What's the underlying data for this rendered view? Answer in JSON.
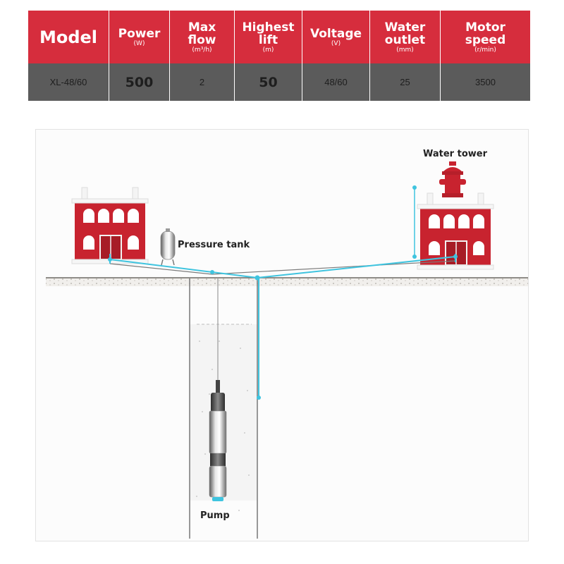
{
  "spec_table": {
    "headers": [
      {
        "label": "Model",
        "unit": ""
      },
      {
        "label": "Power",
        "unit": "(W)"
      },
      {
        "label": "Max flow",
        "unit": "(m³/h)"
      },
      {
        "label": "Highest lift",
        "unit": "(m)"
      },
      {
        "label": "Voltage",
        "unit": "(V)"
      },
      {
        "label": "Water outlet",
        "unit": "(mm)"
      },
      {
        "label": "Motor speed",
        "unit": "(r/min)"
      }
    ],
    "row": [
      "XL-48/60",
      "500",
      "2",
      "50",
      "48/60",
      "25",
      "3500"
    ]
  },
  "diagram": {
    "water_tower_label": "Water tower",
    "pressure_tank_label": "Pressure tank",
    "pump_label": "Pump"
  },
  "colors": {
    "header_red": "#d62d3d",
    "row_gray": "#5b5b5b",
    "pipe_cyan": "#3fc4df",
    "building_red": "#c8232f"
  }
}
